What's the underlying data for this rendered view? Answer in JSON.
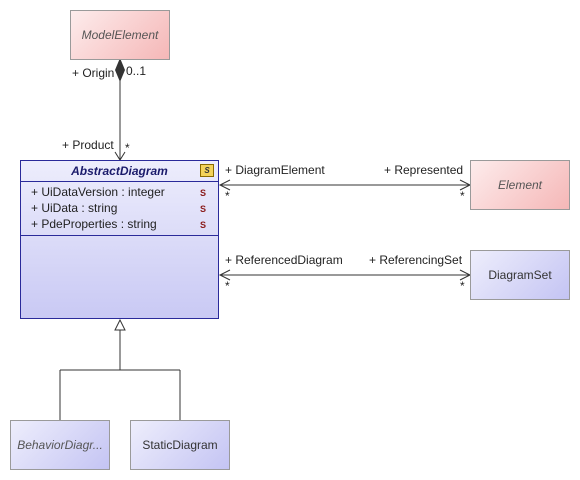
{
  "classes": {
    "model_element": "ModelElement",
    "abstract_diagram": "AbstractDiagram",
    "element": "Element",
    "diagram_set": "DiagramSet",
    "behavior_diagram": "BehaviorDiagr...",
    "static_diagram": "StaticDiagram"
  },
  "abstract_diagram_attributes": [
    "+ UiDataVersion : integer",
    "+ UiData : string",
    "+ PdeProperties : string"
  ],
  "attribute_icon": "S",
  "stereotype_icon": "S",
  "association_labels": {
    "origin_role": "+ Origin",
    "origin_multiplicity": "0..1",
    "product_role": "+ Product",
    "product_multiplicity": "*",
    "diagram_element_role": "+ DiagramElement",
    "diagram_element_multiplicity": "*",
    "represented_role": "+ Represented",
    "represented_multiplicity": "*",
    "referenced_diagram_role": "+ ReferencedDiagram",
    "referenced_diagram_multiplicity": "*",
    "referencing_set_role": "+ ReferencingSet",
    "referencing_set_multiplicity": "*"
  },
  "colors": {
    "pink_fill": "#f5b7b7",
    "blue_fill": "#c4c4f3",
    "abstract_border": "#2a2a9a",
    "line": "#333333"
  }
}
